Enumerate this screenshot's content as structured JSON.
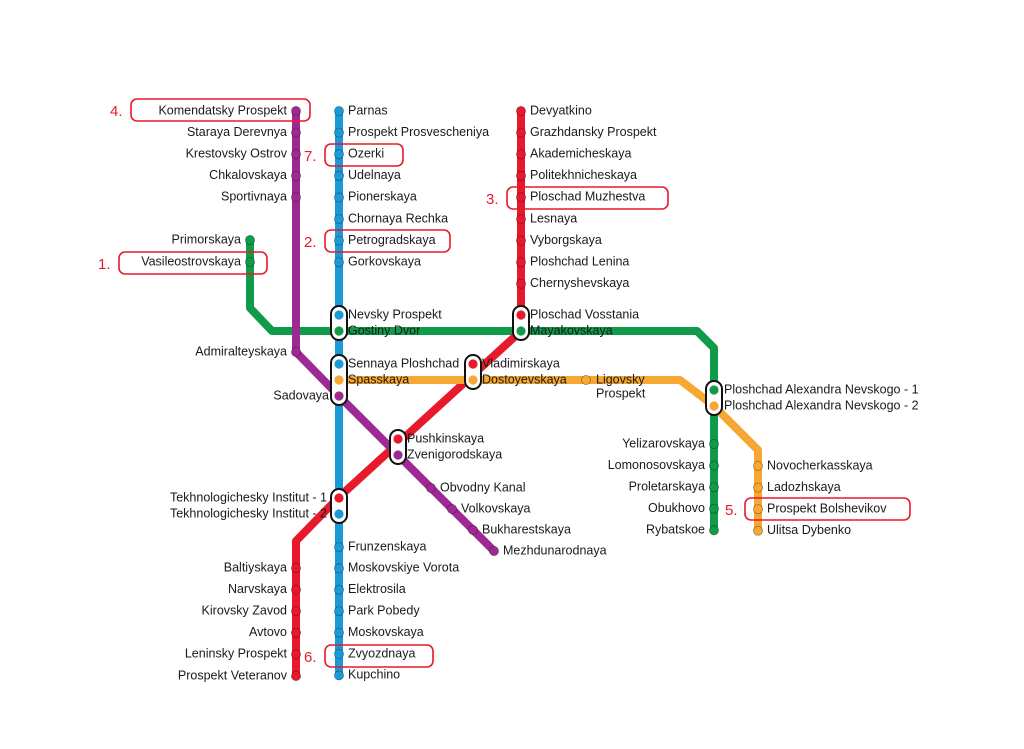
{
  "colors": {
    "red": "#e8192c",
    "blue": "#1b9ad6",
    "green": "#0f9b49",
    "orange": "#f7a833",
    "purple": "#9c2a92",
    "highlight": "#e8192c"
  },
  "lines": {
    "red": {
      "stations_north": [
        "Devyatkino",
        "Grazhdansky Prospekt",
        "Akademicheskaya",
        "Politekhnicheskaya",
        "Ploschad Muzhestva",
        "Lesnaya",
        "Vyborgskaya",
        "Ploshchad Lenina",
        "Chernyshevskaya"
      ],
      "stations_south": [
        "Baltiyskaya",
        "Narvskaya",
        "Kirovsky Zavod",
        "Avtovo",
        "Leninsky Prospekt",
        "Prospekt Veteranov"
      ]
    },
    "blue": {
      "stations_north": [
        "Parnas",
        "Prospekt Prosvescheniya",
        "Ozerki",
        "Udelnaya",
        "Pionerskaya",
        "Chornaya Rechka",
        "Petrogradskaya",
        "Gorkovskaya"
      ],
      "stations_south": [
        "Frunzenskaya",
        "Moskovskiye Vorota",
        "Elektrosila",
        "Park Pobedy",
        "Moskovskaya",
        "Zvyozdnaya",
        "Kupchino"
      ]
    },
    "purple": {
      "stations_north": [
        "Komendatsky Prospekt",
        "Staraya Derevnya",
        "Krestovsky Ostrov",
        "Chkalovskaya",
        "Sportivnaya"
      ],
      "stations_south": [
        "Obvodny Kanal",
        "Volkovskaya",
        "Bukharestskaya",
        "Mezhdunarodnaya"
      ]
    },
    "green": {
      "stations_north": [
        "Primorskaya",
        "Vasileostrovskaya"
      ],
      "stations_south": [
        "Yelizarovskaya",
        "Lomonosovskaya",
        "Proletarskaya",
        "Obukhovo",
        "Rybatskoe"
      ]
    },
    "orange": {
      "stations_south": [
        "Novocherkasskaya",
        "Ladozhskaya",
        "Prospekt Bolshevikov",
        "Ulitsa Dybenko"
      ]
    }
  },
  "single_labels": {
    "admiralteyskaya": "Admiralteyskaya",
    "ligovsky_1": "Ligovsky",
    "ligovsky_2": "Prospekt"
  },
  "interchanges": {
    "nevsky": [
      "Nevsky Prospekt",
      "Gostiny Dvor"
    ],
    "vosstania": [
      "Ploschad Vosstania",
      "Mayakovskaya"
    ],
    "sennaya": [
      "Sennaya Ploshchad",
      "Spasskaya",
      "Sadovaya"
    ],
    "vladimirskaya": [
      "Vladimirskaya",
      "Dostoyevskaya"
    ],
    "pushkinskaya": [
      "Pushkinskaya",
      "Zvenigorodskaya"
    ],
    "tekhnolog": [
      "Tekhnologichesky Institut - 1",
      "Tekhnologichesky Institut - 2"
    ],
    "alexandra": [
      "Ploshchad Alexandra Nevskogo - 1",
      "Ploshchad Alexandra Nevskogo - 2"
    ]
  },
  "highlighted": [
    {
      "number": "1.",
      "station": "Vasileostrovskaya"
    },
    {
      "number": "2.",
      "station": "Petrogradskaya"
    },
    {
      "number": "3.",
      "station": "Ploschad Muzhestva"
    },
    {
      "number": "4.",
      "station": "Komendatsky Prospekt"
    },
    {
      "number": "5.",
      "station": "Prospekt Bolshevikov"
    },
    {
      "number": "6.",
      "station": "Zvyozdnaya"
    },
    {
      "number": "7.",
      "station": "Ozerki"
    }
  ]
}
